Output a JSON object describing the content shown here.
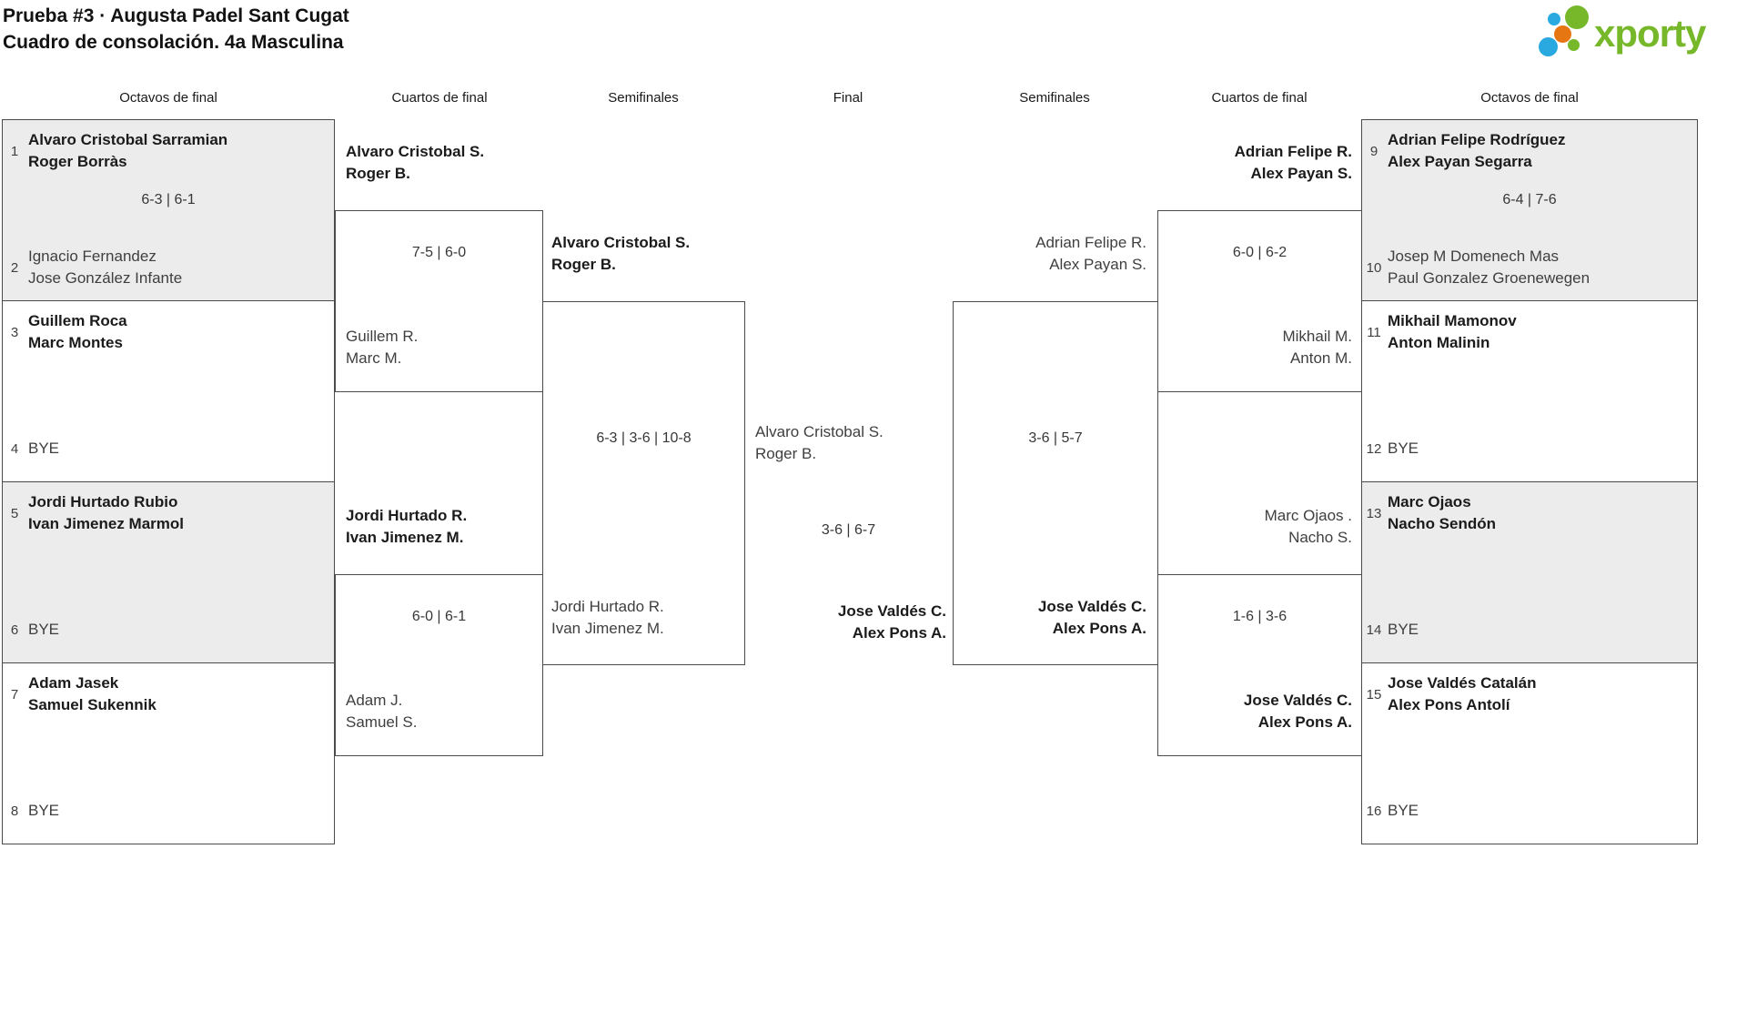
{
  "title": {
    "line1": "Prueba #3 · Augusta Padel Sant Cugat",
    "line2": "Cuadro de consolación. 4a Masculina"
  },
  "logo": {
    "text": "xporty"
  },
  "colors": {
    "brand_green": "#76b82a",
    "brand_blue": "#29a9e0",
    "brand_orange": "#e67611",
    "box_shaded_bg": "#ececec",
    "box_border": "#4a4a4a"
  },
  "headers": {
    "h1": "Octavos de final",
    "h2": "Cuartos de final",
    "h3": "Semifinales",
    "h4": "Final",
    "h5": "Semifinales",
    "h6": "Cuartos de final",
    "h7": "Octavos de final"
  },
  "r16": {
    "m1": {
      "seed1": "1",
      "t1l1": "Alvaro Cristobal Sarramian",
      "t1l2": "Roger Borràs",
      "score": "6-3 | 6-1",
      "seed2": "2",
      "t2l1": "Ignacio Fernandez",
      "t2l2": "Jose González Infante"
    },
    "m2": {
      "seed1": "3",
      "t1l1": "Guillem Roca",
      "t1l2": "Marc Montes",
      "score": "",
      "seed2": "4",
      "t2l1": "BYE",
      "t2l2": ""
    },
    "m3": {
      "seed1": "5",
      "t1l1": "Jordi Hurtado Rubio",
      "t1l2": "Ivan Jimenez Marmol",
      "score": "",
      "seed2": "6",
      "t2l1": "BYE",
      "t2l2": ""
    },
    "m4": {
      "seed1": "7",
      "t1l1": "Adam Jasek",
      "t1l2": "Samuel Sukennik",
      "score": "",
      "seed2": "8",
      "t2l1": "BYE",
      "t2l2": ""
    },
    "m5": {
      "seed1": "9",
      "t1l1": "Adrian Felipe Rodríguez",
      "t1l2": "Alex Payan Segarra",
      "score": "6-4 | 7-6",
      "seed2": "10",
      "t2l1": "Josep M Domenech Mas",
      "t2l2": "Paul Gonzalez Groenewegen"
    },
    "m6": {
      "seed1": "11",
      "t1l1": "Mikhail Mamonov",
      "t1l2": "Anton Malinin",
      "score": "",
      "seed2": "12",
      "t2l1": "BYE",
      "t2l2": ""
    },
    "m7": {
      "seed1": "13",
      "t1l1": "Marc Ojaos",
      "t1l2": "Nacho Sendón",
      "score": "",
      "seed2": "14",
      "t2l1": "BYE",
      "t2l2": ""
    },
    "m8": {
      "seed1": "15",
      "t1l1": "Jose Valdés Catalán",
      "t1l2": "Alex Pons Antolí",
      "score": "",
      "seed2": "16",
      "t2l1": "BYE",
      "t2l2": ""
    }
  },
  "qf": {
    "m1": {
      "top_l1": "Alvaro Cristobal S.",
      "top_l2": "Roger B.",
      "score": "7-5 | 6-0",
      "bottom_l1": "Guillem R.",
      "bottom_l2": "Marc M."
    },
    "m2": {
      "top_l1": "Jordi Hurtado R.",
      "top_l2": "Ivan Jimenez M.",
      "score": "6-0 | 6-1",
      "bottom_l1": "Adam J.",
      "bottom_l2": "Samuel S."
    },
    "m3": {
      "top_l1": "Adrian Felipe R.",
      "top_l2": "Alex Payan S.",
      "score": "6-0 | 6-2",
      "bottom_l1": "Mikhail M.",
      "bottom_l2": "Anton M."
    },
    "m4": {
      "top_l1": "Marc Ojaos .",
      "top_l2": "Nacho S.",
      "score": "1-6 | 3-6",
      "bottom_l1": "Jose Valdés C.",
      "bottom_l2": "Alex Pons A."
    }
  },
  "sf": {
    "left": {
      "top_l1": "Alvaro Cristobal S.",
      "top_l2": "Roger B.",
      "score": "6-3 | 3-6 | 10-8",
      "bottom_l1": "Jordi Hurtado R.",
      "bottom_l2": "Ivan Jimenez M."
    },
    "right": {
      "top_l1": "Adrian Felipe R.",
      "top_l2": "Alex Payan S.",
      "score": "3-6 | 5-7",
      "bottom_l1": "Jose Valdés C.",
      "bottom_l2": "Alex Pons A."
    }
  },
  "final": {
    "top_l1": "Alvaro Cristobal S.",
    "top_l2": "Roger B.",
    "score": "3-6 | 6-7",
    "bottom_l1": "Jose Valdés C.",
    "bottom_l2": "Alex Pons A."
  }
}
